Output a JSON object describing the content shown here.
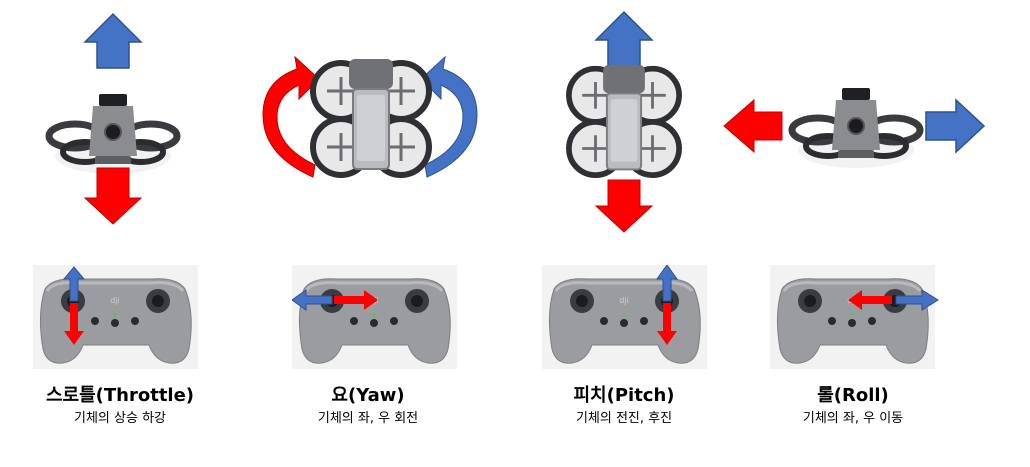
{
  "colors": {
    "up_arrow": "#4472C4",
    "down_arrow": "#FF0000",
    "body": "#8A8C90",
    "dark": "#2B2C30"
  },
  "sections": [
    {
      "id": "throttle",
      "title": "스로틀(Throttle)",
      "subtitle": "기체의 상승 하강"
    },
    {
      "id": "yaw",
      "title": "요(Yaw)",
      "subtitle": "기체의 좌, 우 회전"
    },
    {
      "id": "pitch",
      "title": "피치(Pitch)",
      "subtitle": "기체의 전진, 후진"
    },
    {
      "id": "roll",
      "title": "롤(Roll)",
      "subtitle": "기체의 좌, 우 이동"
    }
  ]
}
